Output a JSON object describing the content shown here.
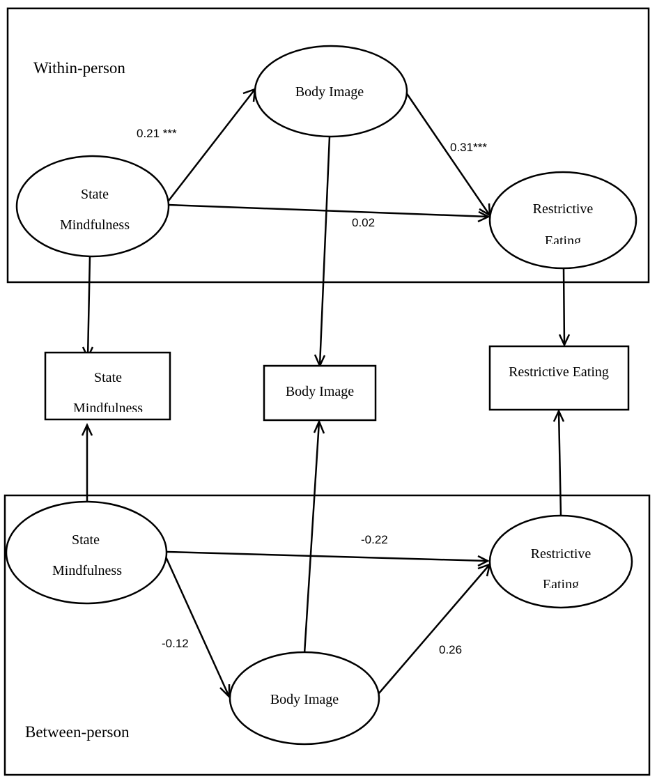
{
  "panels": {
    "within": {
      "title": "Within-person"
    },
    "between": {
      "title": "Between-person"
    }
  },
  "nodes": {
    "within_mindfulness": {
      "line1": "State",
      "line2": "Mindfulness"
    },
    "within_body_image": {
      "label": "Body Image"
    },
    "within_restrictive": {
      "line1": "Restrictive",
      "line2": "Eating"
    },
    "mid_mindfulness": {
      "line1": "State",
      "line2": "Mindfulness"
    },
    "mid_body_image": {
      "label": "Body Image"
    },
    "mid_restrictive": {
      "label": "Restrictive Eating"
    },
    "between_mindfulness": {
      "line1": "State",
      "line2": "Mindfulness"
    },
    "between_body_image": {
      "label": "Body Image"
    },
    "between_restrictive": {
      "line1": "Restrictive",
      "line2": "Eating"
    }
  },
  "paths": {
    "within_mindfulness_to_body_image": "0.21 ***",
    "within_body_image_to_restrictive": "0.31***",
    "within_mindfulness_to_restrictive": "0.02",
    "between_mindfulness_to_restrictive": "-0.22",
    "between_mindfulness_to_body_image": "-0.12",
    "between_body_image_to_restrictive": "0.26"
  },
  "colors": {
    "stroke": "#000000",
    "background": "#ffffff"
  }
}
